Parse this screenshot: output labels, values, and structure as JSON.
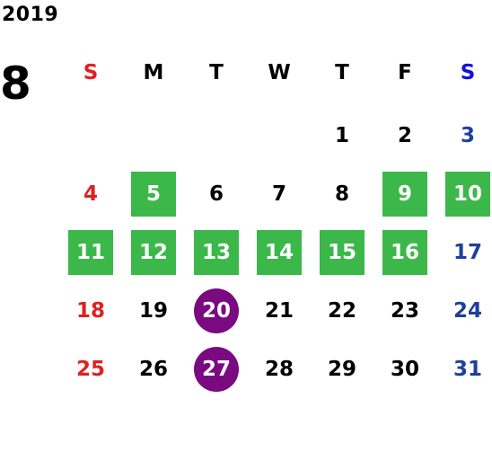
{
  "calendar": {
    "year": "2019",
    "month": "8",
    "weekday_headers": [
      "S",
      "M",
      "T",
      "W",
      "T",
      "F",
      "S"
    ],
    "weeks": [
      [
        "",
        "",
        "",
        "",
        "1",
        "2",
        "3"
      ],
      [
        "4",
        "5",
        "6",
        "7",
        "8",
        "9",
        "10"
      ],
      [
        "11",
        "12",
        "13",
        "14",
        "15",
        "16",
        "17"
      ],
      [
        "18",
        "19",
        "20",
        "21",
        "22",
        "23",
        "24"
      ],
      [
        "25",
        "26",
        "27",
        "28",
        "29",
        "30",
        "31"
      ]
    ],
    "highlighted_green": [
      "5",
      "9",
      "10",
      "11",
      "12",
      "13",
      "14",
      "15",
      "16"
    ],
    "highlighted_purple": [
      "20",
      "27"
    ]
  },
  "colors": {
    "sunday": "#dd2222",
    "saturday_header": "#1111dd",
    "saturday": "#1f3f9e",
    "weekday": "#000000",
    "green_highlight": "#3cb84a",
    "purple_highlight": "#7a0a80",
    "highlight_text": "#ffffff"
  }
}
